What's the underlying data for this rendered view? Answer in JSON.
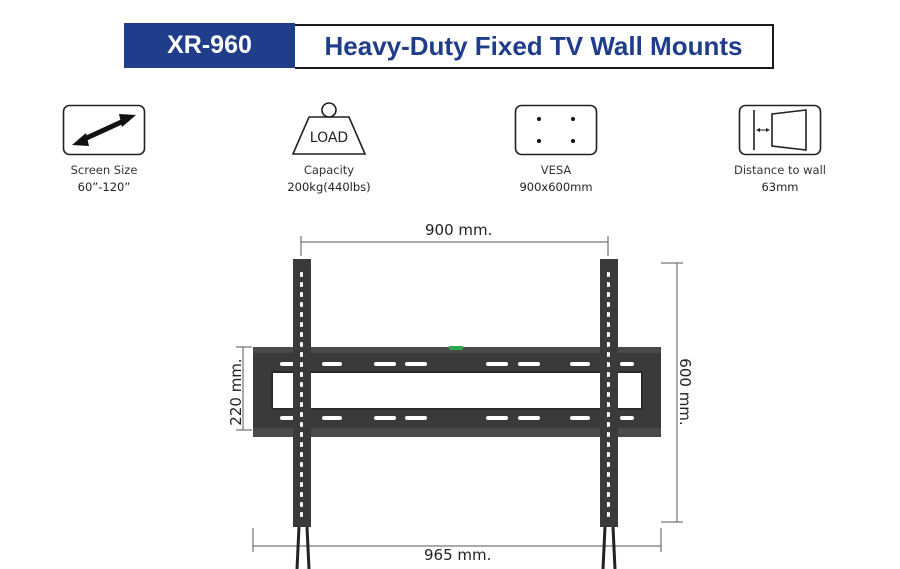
{
  "header": {
    "model": "XR-960",
    "title": "Heavy-Duty Fixed TV Wall Mounts"
  },
  "specs": [
    {
      "label": "Screen Size",
      "value": "60”-120”",
      "icon": "double-arrow-icon"
    },
    {
      "label": "Capacity",
      "value": "200kg(440lbs)",
      "icon": "weight-load-icon",
      "icon_text": "LOAD"
    },
    {
      "label": "VESA",
      "value": "900x600mm",
      "icon": "vesa-pattern-icon"
    },
    {
      "label": "Distance to wall",
      "value": "63mm",
      "icon": "wall-distance-icon"
    }
  ],
  "dimensions": {
    "top_width": "900 mm.",
    "bottom_width": "965 mm.",
    "left_height": "220 mm.",
    "right_height": "600 mm."
  },
  "colors": {
    "brand_blue": "#1f3d8a",
    "mount_dark": "#3a3a3a",
    "level_green": "#2fa84f"
  }
}
